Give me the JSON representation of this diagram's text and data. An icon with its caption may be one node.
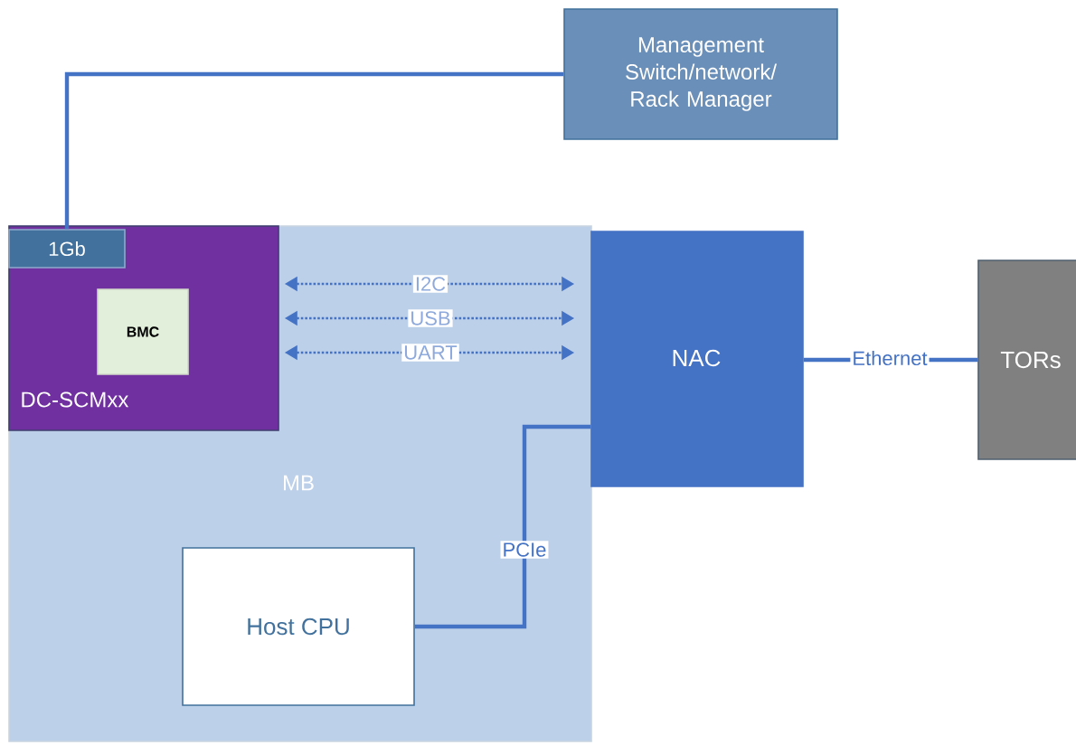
{
  "diagram": {
    "nodes": [
      {
        "text": [
          "Management Switch/network/ Rack Manager"
        ]
      },
      {
        "text": [
          "MB"
        ]
      },
      {
        "text": [
          "DC-SCMxx"
        ],
        "in": 1
      },
      {
        "text": [
          "1Gb"
        ],
        "in": 2
      },
      {
        "text": [
          "BMC"
        ],
        "in": 2
      },
      {
        "text": [
          "NAC"
        ]
      },
      {
        "text": [
          "TORs"
        ]
      },
      {
        "text": [
          "Host CPU"
        ],
        "in": 1
      }
    ],
    "edges": [
      {
        "from": 3,
        "to": 0,
        "arrow": "none"
      },
      {
        "from": 2,
        "to": 5,
        "arrow": "both",
        "label": "I2C",
        "style": "dashed"
      },
      {
        "from": 2,
        "to": 5,
        "arrow": "both",
        "label": "USB",
        "style": "dashed"
      },
      {
        "from": 2,
        "to": 5,
        "arrow": "both",
        "label": "UART",
        "style": "dashed"
      },
      {
        "from": 5,
        "to": 6,
        "arrow": "none",
        "label": "Ethernet"
      },
      {
        "from": 7,
        "to": 5,
        "arrow": "none",
        "label": "PCIe"
      }
    ]
  }
}
